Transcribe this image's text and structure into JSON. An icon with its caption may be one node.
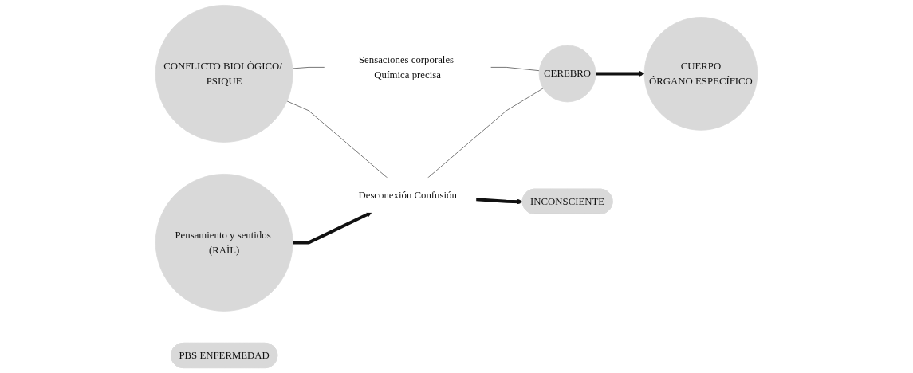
{
  "diagram": {
    "nodes": [
      {
        "text": [
          "CONFLICTO BIOLÓGICO/ PSIQUE"
        ]
      },
      {
        "text": [
          "Pensamiento y sentidos (RAÍL)"
        ]
      },
      {
        "text": [
          "Sensaciones corporales Química precisa"
        ]
      },
      {
        "text": [
          "Desconexión Confusión"
        ]
      },
      {
        "text": [
          "CEREBRO"
        ]
      },
      {
        "text": [
          "CUERPO",
          "ÓRGANO ESPECÍFICO"
        ]
      },
      {
        "text": [
          "PBS ENFERMEDAD"
        ]
      },
      {
        "text": [
          "INCONSCIENTE"
        ]
      }
    ],
    "edges": [
      {
        "from": 0,
        "to": 2,
        "arrow": "none"
      },
      {
        "from": 0,
        "to": 3,
        "arrow": "none"
      },
      {
        "from": 1,
        "to": 3,
        "arrow": "to",
        "style": "thick"
      },
      {
        "from": 2,
        "to": 4,
        "arrow": "none"
      },
      {
        "from": 3,
        "to": 4,
        "arrow": "none"
      },
      {
        "from": 4,
        "to": 5,
        "arrow": "to",
        "style": "thick"
      },
      {
        "from": 3,
        "to": 7,
        "arrow": "to",
        "style": "thick"
      }
    ]
  }
}
